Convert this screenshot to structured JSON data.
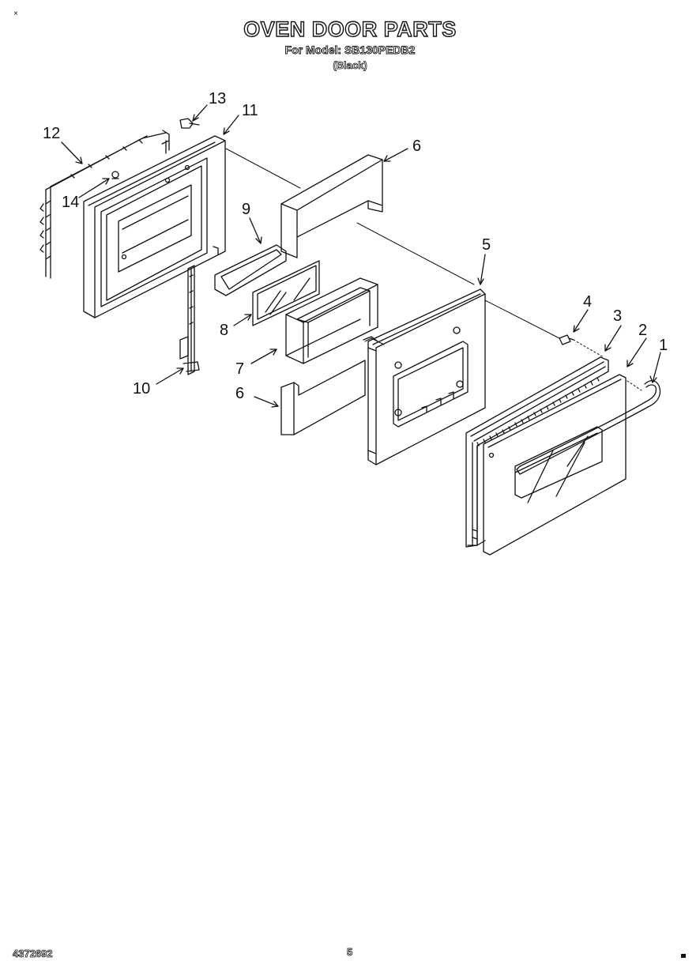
{
  "header": {
    "title": "OVEN DOOR PARTS",
    "model_line": "For Model: SB130PEDB2",
    "color_line": "(Black)"
  },
  "footer": {
    "doc_number": "4372692",
    "page_number": "5",
    "corner_mark": "×"
  },
  "callouts": {
    "c1": "1",
    "c2": "2",
    "c3": "3",
    "c4": "4",
    "c5": "5",
    "c6_top": "6",
    "c6_bottom": "6",
    "c7": "7",
    "c8": "8",
    "c9": "9",
    "c10": "10",
    "c11": "11",
    "c12": "12",
    "c13": "13",
    "c14": "14"
  }
}
